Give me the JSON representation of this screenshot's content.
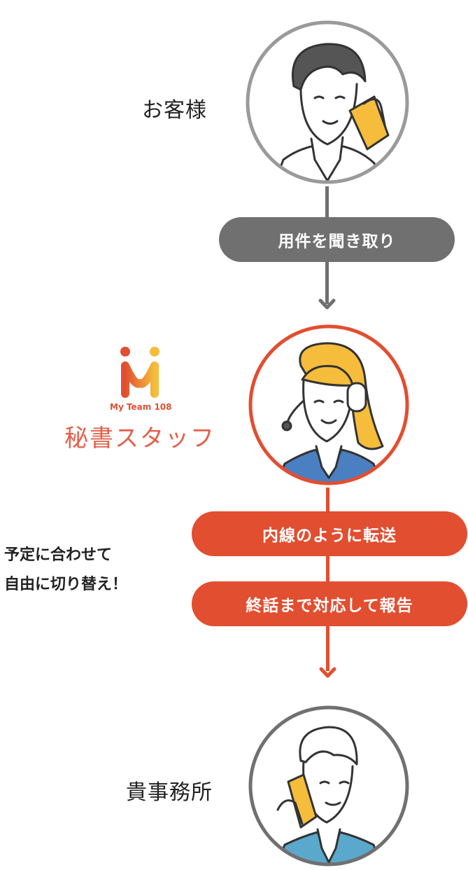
{
  "customer": {
    "label": "お客様"
  },
  "step_gray": {
    "label": "用件を聞き取り"
  },
  "staff": {
    "brand": "My Team 108",
    "label": "秘書スタッフ"
  },
  "step_red_1": {
    "label": "内線のように転送"
  },
  "step_red_2": {
    "label": "終話まで対応して報告"
  },
  "note": {
    "line1": "予定に合わせて",
    "line2": "自由に切り替え！"
  },
  "office": {
    "label": "貴事務所"
  },
  "colors": {
    "gray": "#707070",
    "red": "#e24e30",
    "yellow": "#f5bd3b",
    "blue": "#4a7fc1"
  },
  "icons": [
    "customer-avatar-icon",
    "secretary-avatar-icon",
    "office-avatar-icon",
    "my-team-logo-icon",
    "arrow-down-icon"
  ]
}
